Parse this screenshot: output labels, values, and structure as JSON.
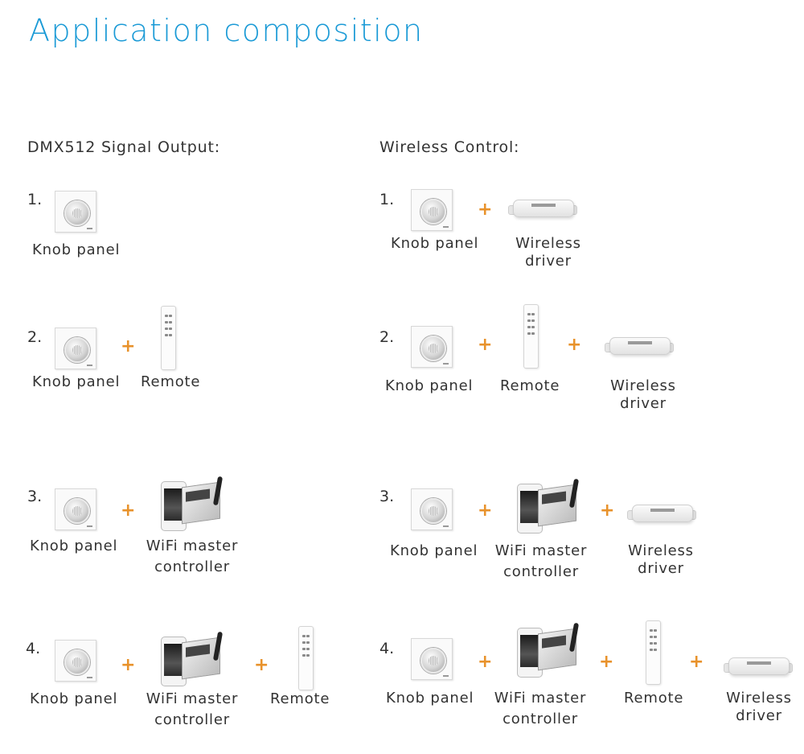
{
  "title": "Application composition",
  "dmx": {
    "heading": "DMX512 Signal Output:",
    "rows": [
      {
        "num": "1.",
        "labels": {
          "knob": "Knob panel"
        }
      },
      {
        "num": "2.",
        "plus": "+",
        "labels": {
          "knob": "Knob panel",
          "remote": "Remote"
        }
      },
      {
        "num": "3.",
        "plus": "+",
        "labels": {
          "knob": "Knob panel",
          "wifi_1": "WiFi master",
          "wifi_2": "controller"
        }
      },
      {
        "num": "4.",
        "plus": "+",
        "labels": {
          "knob": "Knob panel",
          "wifi_1": "WiFi master",
          "wifi_2": "controller",
          "remote": "Remote"
        }
      }
    ]
  },
  "wireless": {
    "heading": "Wireless Control:",
    "rows": [
      {
        "num": "1.",
        "plus": "+",
        "labels": {
          "knob": "Knob panel",
          "driver_1": "Wireless",
          "driver_2": "driver"
        }
      },
      {
        "num": "2.",
        "plus": "+",
        "labels": {
          "knob": "Knob panel",
          "remote": "Remote",
          "driver_1": "Wireless",
          "driver_2": "driver"
        }
      },
      {
        "num": "3.",
        "plus": "+",
        "labels": {
          "knob": "Knob panel",
          "wifi_1": "WiFi master",
          "wifi_2": "controller",
          "driver_1": "Wireless",
          "driver_2": "driver"
        }
      },
      {
        "num": "4.",
        "plus": "+",
        "labels": {
          "knob": "Knob panel",
          "wifi_1": "WiFi master",
          "wifi_2": "controller",
          "remote": "Remote",
          "driver_1": "Wireless",
          "driver_2": "driver"
        }
      }
    ]
  },
  "colors": {
    "title": "#1a9ad6",
    "plus": "#e8922b",
    "text": "#333333"
  },
  "icons": [
    "knob-panel-icon",
    "remote-icon",
    "wifi-controller-icon",
    "wireless-driver-icon"
  ]
}
